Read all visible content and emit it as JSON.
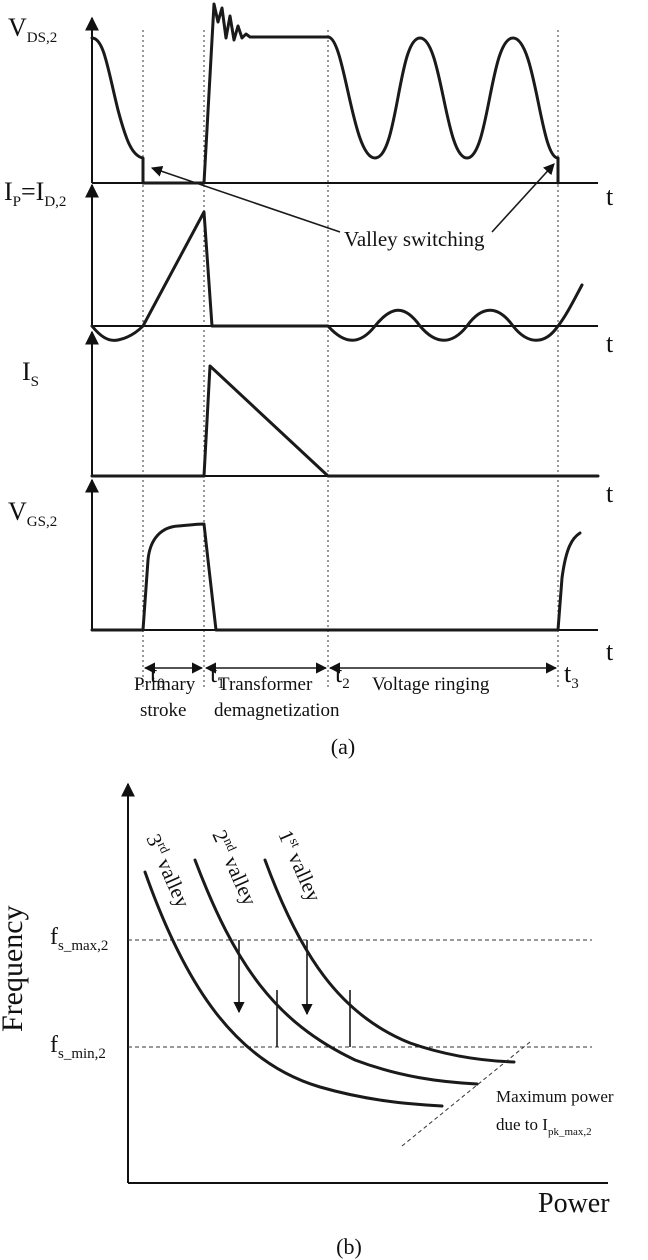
{
  "figure_a": {
    "signals": [
      {
        "main": "V",
        "sub": "DS,2"
      },
      {
        "main": "I",
        "sub": "P",
        "eq": "=I",
        "sub2": "D,2"
      },
      {
        "main": "I",
        "sub": "S"
      },
      {
        "main": "V",
        "sub": "GS,2"
      }
    ],
    "axis_label": "t",
    "annotation": "Valley switching",
    "time_markers": [
      {
        "main": "t",
        "sub": "0"
      },
      {
        "main": "t",
        "sub": "1"
      },
      {
        "main": "t",
        "sub": "2"
      },
      {
        "main": "t",
        "sub": "3"
      }
    ],
    "intervals": [
      {
        "line1": "Primary",
        "line2": "stroke"
      },
      {
        "line1": "Transformer",
        "line2": "demagnetization"
      },
      {
        "line1": "Voltage ringing",
        "line2": ""
      }
    ],
    "caption": "(a)"
  },
  "figure_b": {
    "ylabel": "Frequency",
    "xlabel": "Power",
    "levels": [
      {
        "main": "f",
        "sub": "s_max,2"
      },
      {
        "main": "f",
        "sub": "s_min,2"
      }
    ],
    "curves": [
      {
        "num": "3",
        "sup": "rd",
        "word": " valley"
      },
      {
        "num": "2",
        "sup": "nd",
        "word": " valley"
      },
      {
        "num": "1",
        "sup": "st",
        "word": " valley"
      }
    ],
    "limit_label": {
      "line1": "Maximum power",
      "line2_prefix": "due to I",
      "line2_sub": "pk_max,2"
    },
    "caption": "(b)"
  }
}
